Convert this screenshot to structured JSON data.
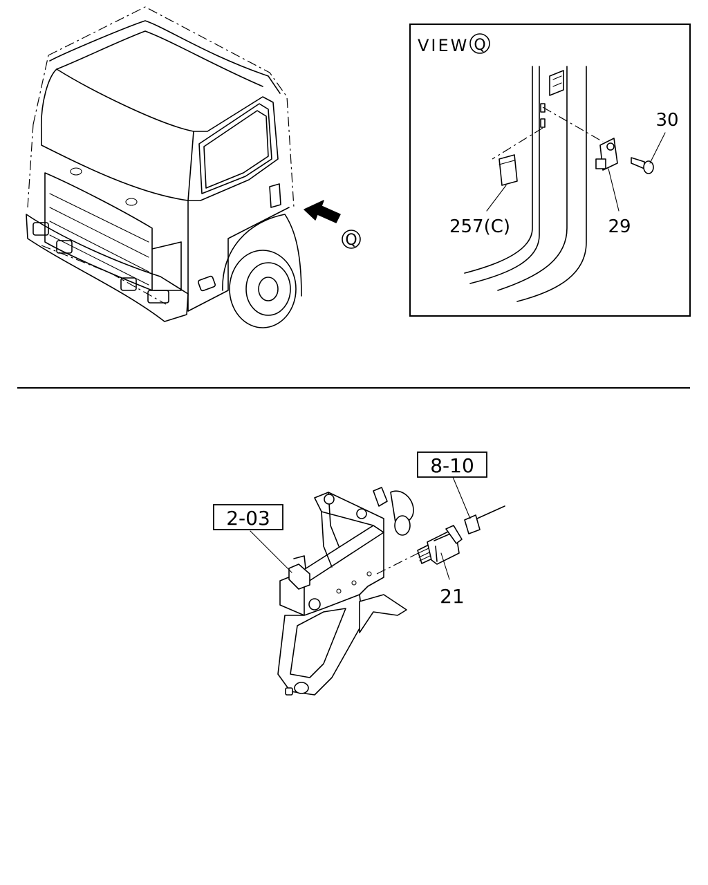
{
  "view_panel": {
    "title": "VIEW",
    "view_letter": "Q"
  },
  "callouts": {
    "view_marker": "Q",
    "part_30": "30",
    "part_257c": "257(C)",
    "part_29": "29",
    "ref_8_10": "8-10",
    "ref_2_03": "2-03",
    "part_21": "21"
  }
}
